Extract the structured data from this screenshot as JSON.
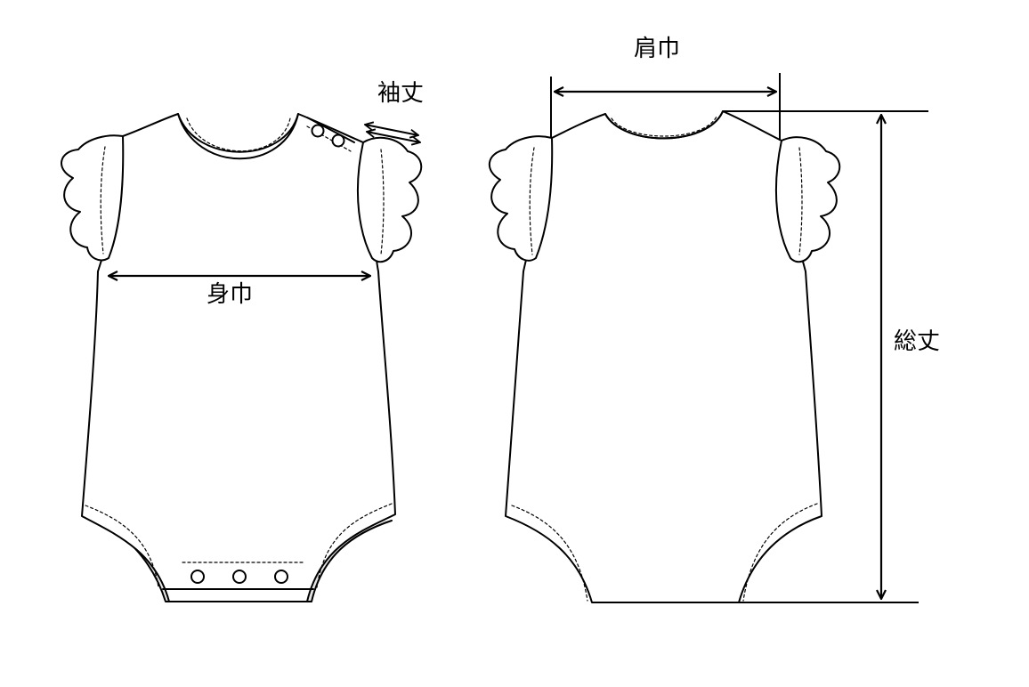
{
  "labels": {
    "body_width": "身巾",
    "sleeve_length": "袖丈",
    "shoulder_width": "肩巾",
    "total_length": "総丈"
  },
  "colors": {
    "line": "#000000",
    "fill": "#ffffff",
    "shade": "#e6e6e6"
  }
}
